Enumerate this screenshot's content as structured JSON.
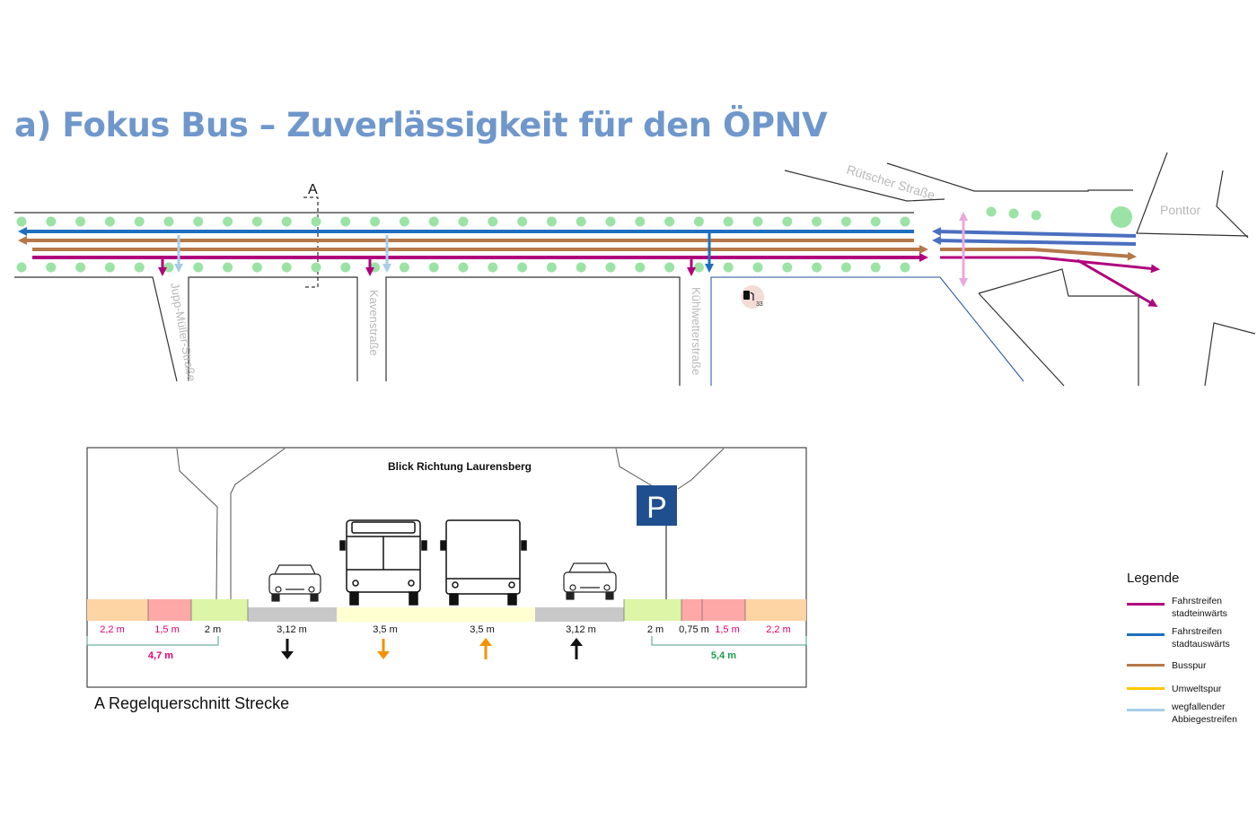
{
  "title": "a) Fokus Bus – Zuverlässigkeit für den ÖPNV",
  "streets": {
    "ruetscher": "Rütscher Straße",
    "ponttor": "Ponttor",
    "jupp": "Jupp-Müller-Straße",
    "kaven": "Kavenstraße",
    "kuehlwetter": "Kühlwetterstraße",
    "section_marker": "A",
    "fuel_number": "33"
  },
  "section": {
    "view_label": "Blick Richtung Laurensberg",
    "parking_sign": "P",
    "caption": "A Regelquerschnitt Strecke",
    "left_dims": [
      "2,2 m",
      "1,5 m",
      "2 m"
    ],
    "left_total": "4,7 m",
    "lanes": [
      {
        "width": "3,12 m",
        "arrow": "down",
        "color": "#111111"
      },
      {
        "width": "3,5 m",
        "arrow": "down",
        "color": "#f39200"
      },
      {
        "width": "3,5 m",
        "arrow": "up",
        "color": "#f39200"
      },
      {
        "width": "3,12 m",
        "arrow": "up",
        "color": "#111111"
      }
    ],
    "right_dims": [
      "2 m",
      "0,75 m",
      "1,5 m",
      "2,2 m"
    ],
    "right_total": "5,4 m"
  },
  "legend": {
    "title": "Legende",
    "items": [
      {
        "label": "Fahrstreifen stadteinwärts",
        "color": "#b0007d"
      },
      {
        "label": "Fahrstreifen stadtauswärts",
        "color": "#1f6fbf"
      },
      {
        "label": "Busspur",
        "color": "#b5784a"
      },
      {
        "label": "Umweltspur",
        "color": "#ffc700"
      },
      {
        "label": "wegfallender Abbiegestreifen",
        "color": "#a8cde8"
      }
    ]
  }
}
